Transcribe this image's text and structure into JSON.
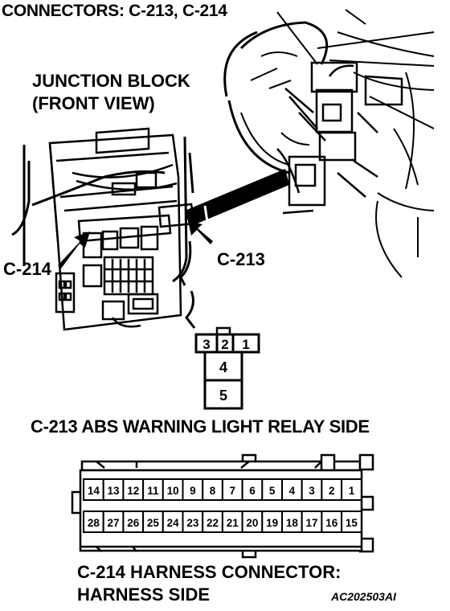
{
  "title": "CONNECTORS: C-213, C-214",
  "junction_block": {
    "line1": "JUNCTION BLOCK",
    "line2": "(FRONT VIEW)"
  },
  "callouts": {
    "c214": "C-214",
    "c213": "C-213"
  },
  "c213_connector": {
    "caption": "C-213 ABS WARNING LIGHT RELAY SIDE",
    "top_row": [
      "3",
      "2",
      "1"
    ],
    "pins": [
      "4",
      "5"
    ]
  },
  "c214_connector": {
    "caption_line1": "C-214 HARNESS CONNECTOR:",
    "caption_line2": "HARNESS SIDE",
    "row1": [
      "14",
      "13",
      "12",
      "11",
      "10",
      "9",
      "8",
      "7",
      "6",
      "5",
      "4",
      "3",
      "2",
      "1"
    ],
    "row2": [
      "28",
      "27",
      "26",
      "25",
      "24",
      "23",
      "22",
      "21",
      "20",
      "19",
      "18",
      "17",
      "16",
      "15"
    ]
  },
  "figure_code": "AC202503AI"
}
